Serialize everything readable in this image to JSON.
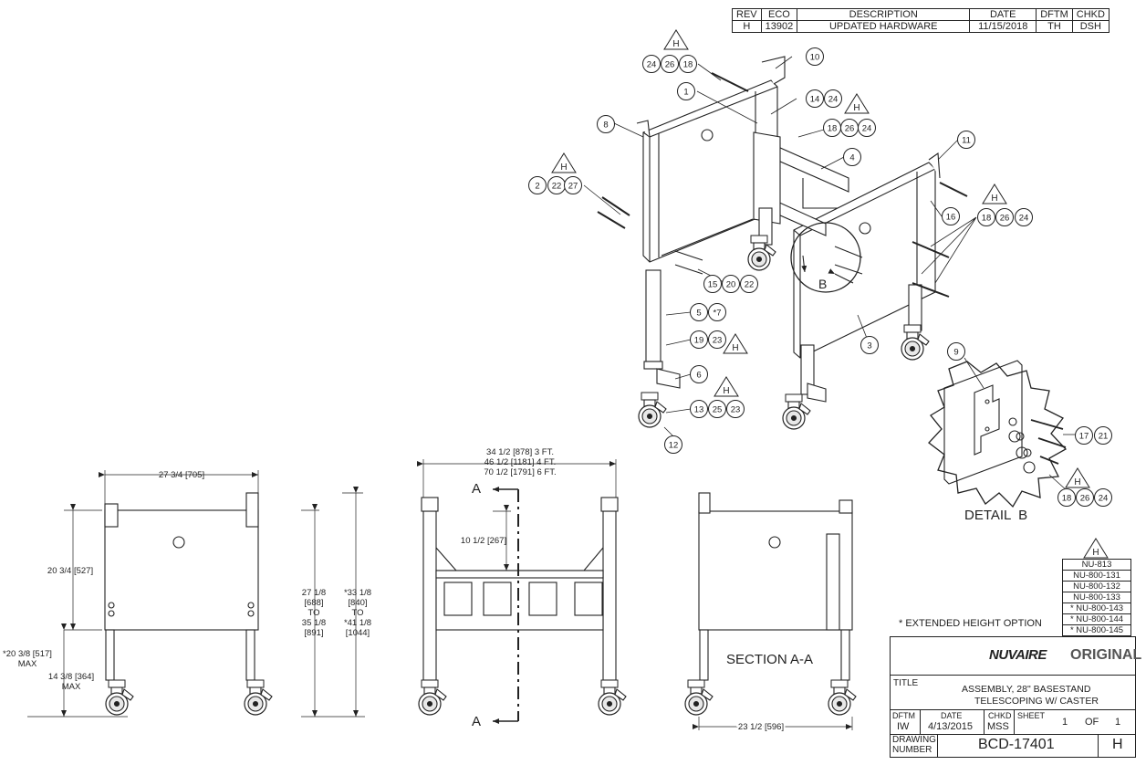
{
  "revision_table": {
    "headers": [
      "REV",
      "ECO",
      "DESCRIPTION",
      "DATE",
      "DFTM",
      "CHKD"
    ],
    "row": [
      "H",
      "13902",
      "UPDATED HARDWARE",
      "11/15/2018",
      "TH",
      "DSH"
    ]
  },
  "balloons": {
    "b1": "1",
    "b2": "2",
    "b3": "3",
    "b4": "4",
    "b5": "5",
    "b6": "6",
    "b7": "*7",
    "b8": "8",
    "b9": "9",
    "b10": "10",
    "b11": "11",
    "b12": "12",
    "b13": "13",
    "b14": "14",
    "b15": "15",
    "b16": "16",
    "b17": "17",
    "b18": "18",
    "b19": "19",
    "b20": "20",
    "b21": "21",
    "b22": "22",
    "b23": "23",
    "b24": "24",
    "b25": "25",
    "b26": "26",
    "b27": "27"
  },
  "rev_flag": "H",
  "view_labels": {
    "detail_b_callout": "B",
    "detail_b": "DETAIL  B",
    "section_aa": "SECTION A-A",
    "section_mark": "A"
  },
  "dimensions": {
    "front_width": "27 3/4 [705]",
    "front_height_upper": "20 3/4 [527]",
    "front_overall_1": "27 1/8",
    "front_overall_2": "[688]",
    "front_overall_3": "TO",
    "front_overall_4": "35 1/8",
    "front_overall_5": "[891]",
    "front_ext_1": "*33 1/8",
    "front_ext_2": "[840]",
    "front_ext_3": "TO",
    "front_ext_4": "*41 1/8",
    "front_ext_5": "[1044]",
    "front_leg_ext_1": "*20 3/8 [517]",
    "front_leg_ext_2": "MAX",
    "front_leg_1": "14 3/8 [364]",
    "front_leg_2": "MAX",
    "side_w1": "34 1/2 [878] 3 FT.",
    "side_w2": "46 1/2 [1181] 4 FT.",
    "side_w3": "70 1/2 [1791] 6 FT.",
    "side_h": "10 1/2 [267]",
    "section_w": "23 1/2 [596]"
  },
  "part_numbers": [
    "NU-813",
    "NU-800-131",
    "NU-800-132",
    "NU-800-133",
    "* NU-800-143",
    "* NU-800-144",
    "* NU-800-145"
  ],
  "note": "* EXTENDED HEIGHT OPTION",
  "title_block": {
    "logo": "NUVAIRE",
    "stamp": "ORIGINAL",
    "title_label": "TITLE",
    "title_line1": "ASSEMBLY, 28\" BASESTAND",
    "title_line2": "TELESCOPING W/ CASTER",
    "dftm_label": "DFTM",
    "dftm": "IW",
    "date_label": "DATE",
    "date": "4/13/2015",
    "chkd_label": "CHKD",
    "chkd": "MSS",
    "sheet_label": "SHEET",
    "sheet": "1",
    "of_label": "OF",
    "of": "1",
    "drawing_label_1": "DRAWING",
    "drawing_label_2": "NUMBER",
    "drawing_number": "BCD-17401",
    "rev": "H"
  }
}
